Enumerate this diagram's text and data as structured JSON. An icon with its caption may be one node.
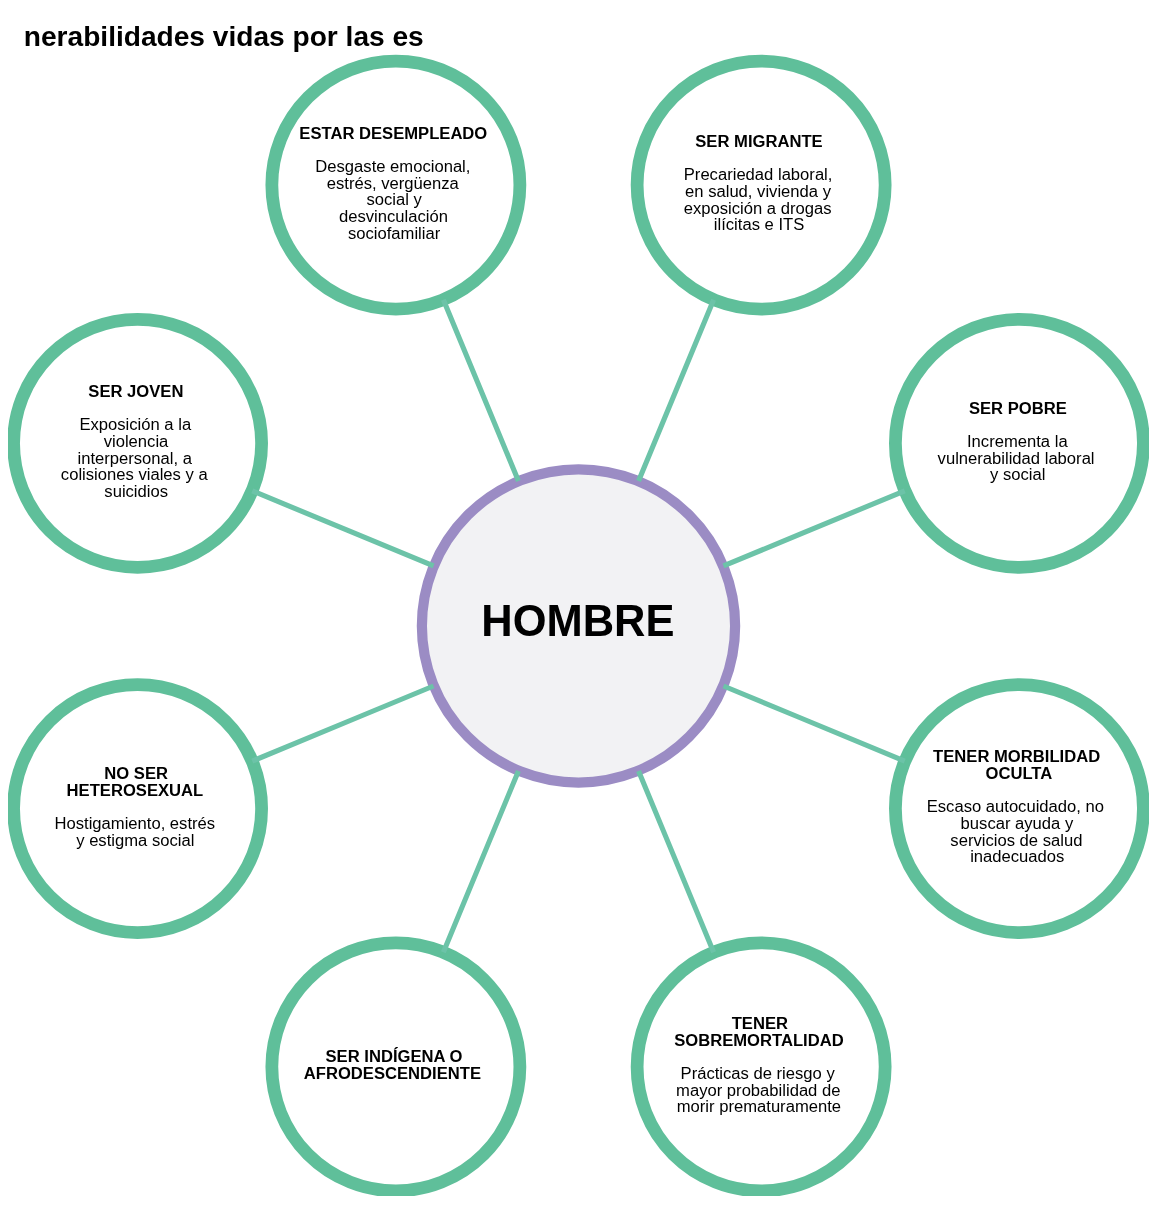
{
  "diagram": {
    "title": "nerabilidades vidas por las es",
    "nodes": [
      {
        "text": [
          "HOMBRE"
        ]
      },
      {
        "text": [
          "SER POBRE",
          "Incrementa la vulnerabilidad laboral y social"
        ]
      },
      {
        "text": [
          "SER MIGRANTE",
          "Precariedad laboral, en salud, vivienda y exposición a drogas ilícitas e ITS"
        ]
      },
      {
        "text": [
          "ESTAR DESEMPLEADO",
          "Desgaste emocional, estrés, vergüenza social y desvinculación sociofamiliar"
        ]
      },
      {
        "text": [
          "SER JOVEN",
          "Exposición a la violencia interpersonal, a colisiones viales y a suicidios"
        ]
      },
      {
        "text": [
          "NO SER HETEROSEXUAL",
          "Hostigamiento, estrés y estigma social"
        ]
      },
      {
        "text": [
          "SER INDÍGENA O AFRODESCENDIENTE"
        ]
      },
      {
        "text": [
          "TENER SOBREMORTALIDAD",
          "Prácticas de riesgo y mayor probabilidad de morir prematuramente"
        ]
      },
      {
        "text": [
          "TENER MORBILIDAD OCULTA",
          "Escaso autocuidado, no buscar ayuda y servicios de salud inadecuados"
        ]
      }
    ],
    "edges": [
      {
        "from": 0,
        "to": 1,
        "arrow": "none"
      },
      {
        "from": 0,
        "to": 2,
        "arrow": "none"
      },
      {
        "from": 0,
        "to": 4,
        "arrow": "none"
      },
      {
        "from": 0,
        "to": 6,
        "arrow": "none"
      },
      {
        "from": 0,
        "to": 8,
        "arrow": "none"
      },
      {
        "from": 0,
        "to": 7,
        "arrow": "none"
      },
      {
        "from": 0,
        "to": 5,
        "arrow": "none"
      },
      {
        "from": 0,
        "to": 3,
        "arrow": "none"
      }
    ]
  }
}
